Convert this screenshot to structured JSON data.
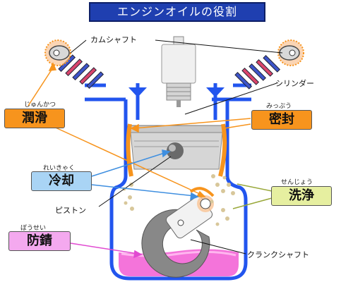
{
  "title": "エンジンオイルの役割",
  "parts": {
    "camshaft": "カムシャフト",
    "cylinder": "シリンダー",
    "piston": "ピストン",
    "crankshaft": "クランクシャフト"
  },
  "roles": {
    "lubrication": {
      "label": "潤滑",
      "reading": "じゅんかつ"
    },
    "sealing": {
      "label": "密封",
      "reading": "みっぷう"
    },
    "cooling": {
      "label": "冷却",
      "reading": "れいきゃく"
    },
    "cleaning": {
      "label": "洗浄",
      "reading": "せんじょう"
    },
    "rust": {
      "label": "防錆",
      "reading": "ぼうせい"
    }
  },
  "colors": {
    "engine_wall": "#2255ee",
    "oil": "#f25cd4",
    "lubrication": "#f7941d",
    "cooling": "#a9d4f5",
    "cleaning": "#e6efa0",
    "rust_prevention": "#f4a9ef"
  }
}
